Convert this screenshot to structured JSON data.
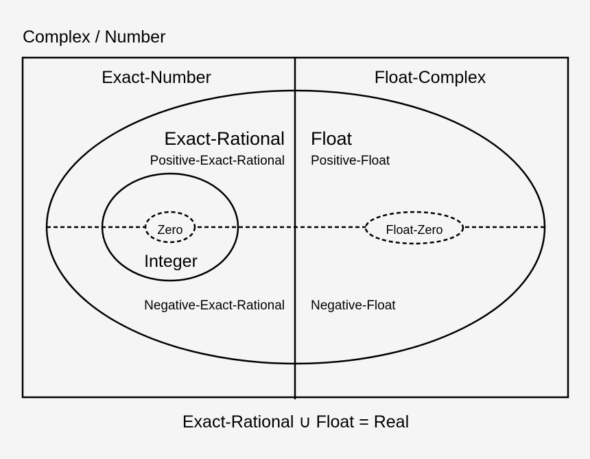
{
  "diagram": {
    "title": "Complex / Number",
    "regions": {
      "exact_number": "Exact-Number",
      "float_complex": "Float-Complex"
    },
    "sets": {
      "exact_rational": "Exact-Rational",
      "positive_exact_rational": "Positive-Exact-Rational",
      "negative_exact_rational": "Negative-Exact-Rational",
      "integer": "Integer",
      "zero": "Zero",
      "float": "Float",
      "positive_float": "Positive-Float",
      "negative_float": "Negative-Float",
      "float_zero": "Float-Zero"
    },
    "equation": "Exact-Rational ∪  Float = Real",
    "colors": {
      "background": "#f5f5f5",
      "stroke": "#000000"
    }
  }
}
